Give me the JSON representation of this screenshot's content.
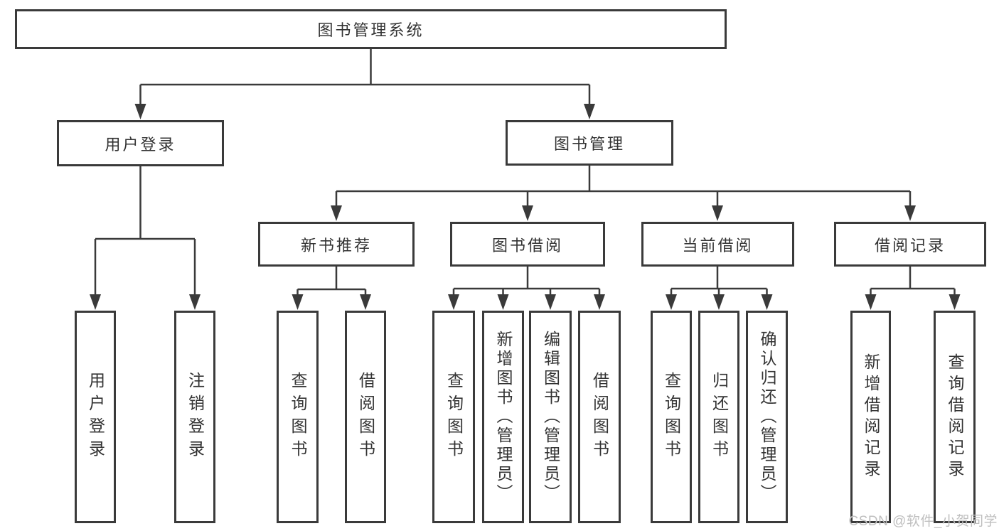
{
  "colors": {
    "line": "#3a3a3a",
    "text": "#333333",
    "watermark": "#bfbfbf",
    "box_fill": "#ffffff",
    "background": "#ffffff"
  },
  "diagram": {
    "root": {
      "label": "图书管理系统"
    },
    "level2": [
      {
        "label": "用户登录"
      },
      {
        "label": "图书管理"
      }
    ],
    "level3": [
      {
        "label": "新书推荐"
      },
      {
        "label": "图书借阅"
      },
      {
        "label": "当前借阅"
      },
      {
        "label": "借阅记录"
      }
    ],
    "leaves": {
      "user_login": [
        "用户登录",
        "注销登录"
      ],
      "new_book_recommend": [
        "查询图书",
        "借阅图书"
      ],
      "book_borrow": [
        "查询图书",
        "新增图书（管理员）",
        "编辑图书（管理员）",
        "借阅图书"
      ],
      "current_borrow": [
        "查询图书",
        "归还图书",
        "确认归还（管理员）"
      ],
      "borrow_records": [
        "新增借阅记录",
        "查询借阅记录"
      ]
    }
  },
  "watermark": "CSDN @软件_小贺同学"
}
